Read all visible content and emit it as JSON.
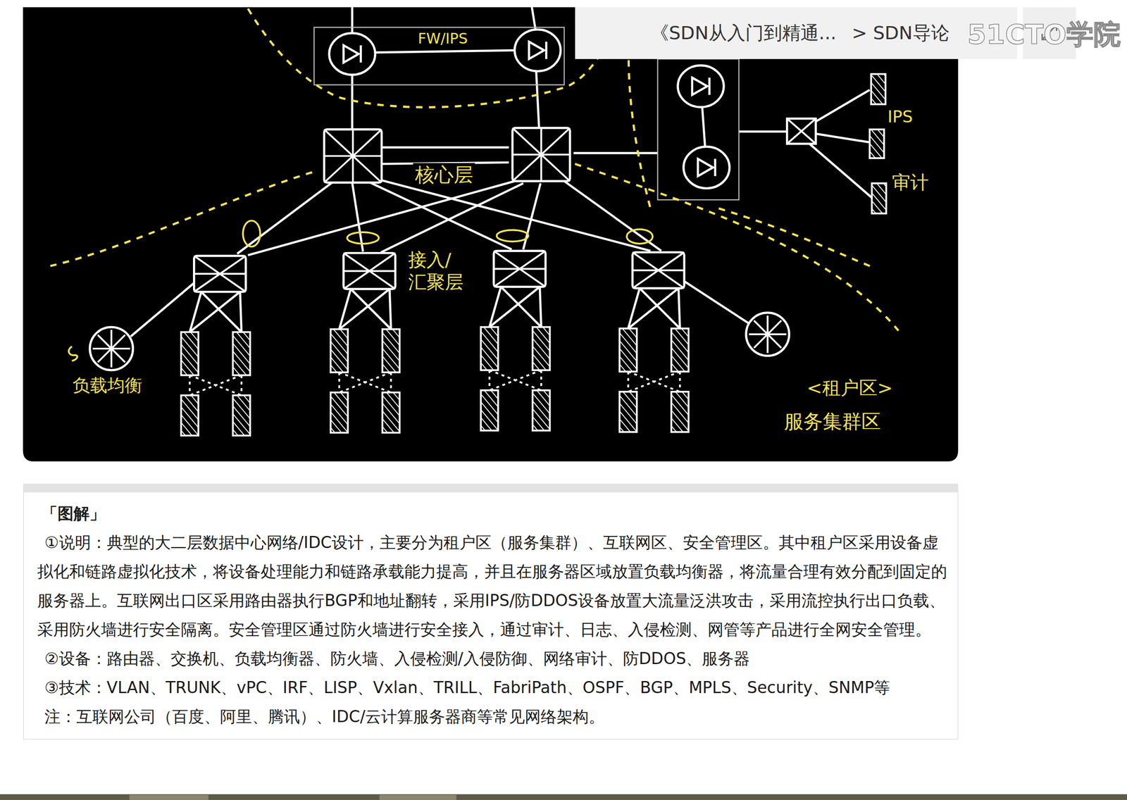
{
  "diagram": {
    "nodes": [
      {
        "text": [
          "《SDN从入门到精通...",
          "> SDN导论"
        ]
      },
      {
        "text": [
          "「图解」",
          "①说明：典型的大二层数据中心网络/IDC设计，主要分为租户区（服务集群）、互联网区、安全管理区。其中租户区采用设备虚拟化和链路虚拟化技术，将设备处理能力和链路承载能力提高，并且在服务器区域放置负载均衡器，将流量合理有效分配到固定的服务器上。互联网出口区采用路由器执行BGP和地址翻转，采用IPS/防DDOS设备放置大流量泛洪攻击，采用流控执行出口负载、采用防火墙进行安全隔离。安全管理区通过防火墙进行安全接入，通过审计、日志、入侵检测、网管等产品进行全网安全管理。",
          "②设备：路由器、交换机、负载均衡器、防火墙、入侵检测/入侵防御、网络审计、防DDOS、服务器",
          "③技术：VLAN、TRUNK、vPC、IRF、LISP、Vxlan、TRILL、FabriPath、OSPF、BGP、MPLS、Security、SNMP等",
          "注：互联网公司（百度、阿里、腾讯）、IDC/云计算服务器商等常见网络架构。"
        ]
      }
    ],
    "labels": [
      "51CTO学院",
      "FW/IPS",
      "IPS",
      "核心层",
      "审计",
      "接入/汇聚层",
      "负载均衡",
      "<租户区>",
      "服务集群区"
    ]
  }
}
